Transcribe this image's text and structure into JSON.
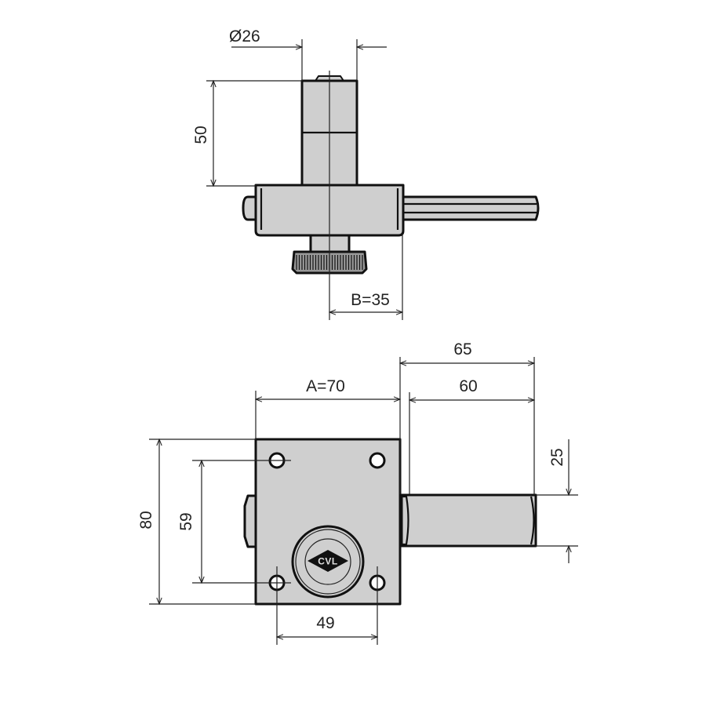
{
  "drawing": {
    "top_view": {
      "diameter_label": "Ø26",
      "cylinder_length_label": "50",
      "backset_label": "B=35"
    },
    "front_view": {
      "width_label": "A=70",
      "bolt_throw_outer_label": "65",
      "bolt_throw_inner_label": "60",
      "bolt_height_label": "25",
      "height_label": "80",
      "hole_vertical_spacing_label": "59",
      "hole_horizontal_spacing_label": "49",
      "cylinder_logo_text": "CVL"
    },
    "colors": {
      "part_fill": "#cfcfcf",
      "line": "#111111",
      "background": "#ffffff"
    }
  }
}
